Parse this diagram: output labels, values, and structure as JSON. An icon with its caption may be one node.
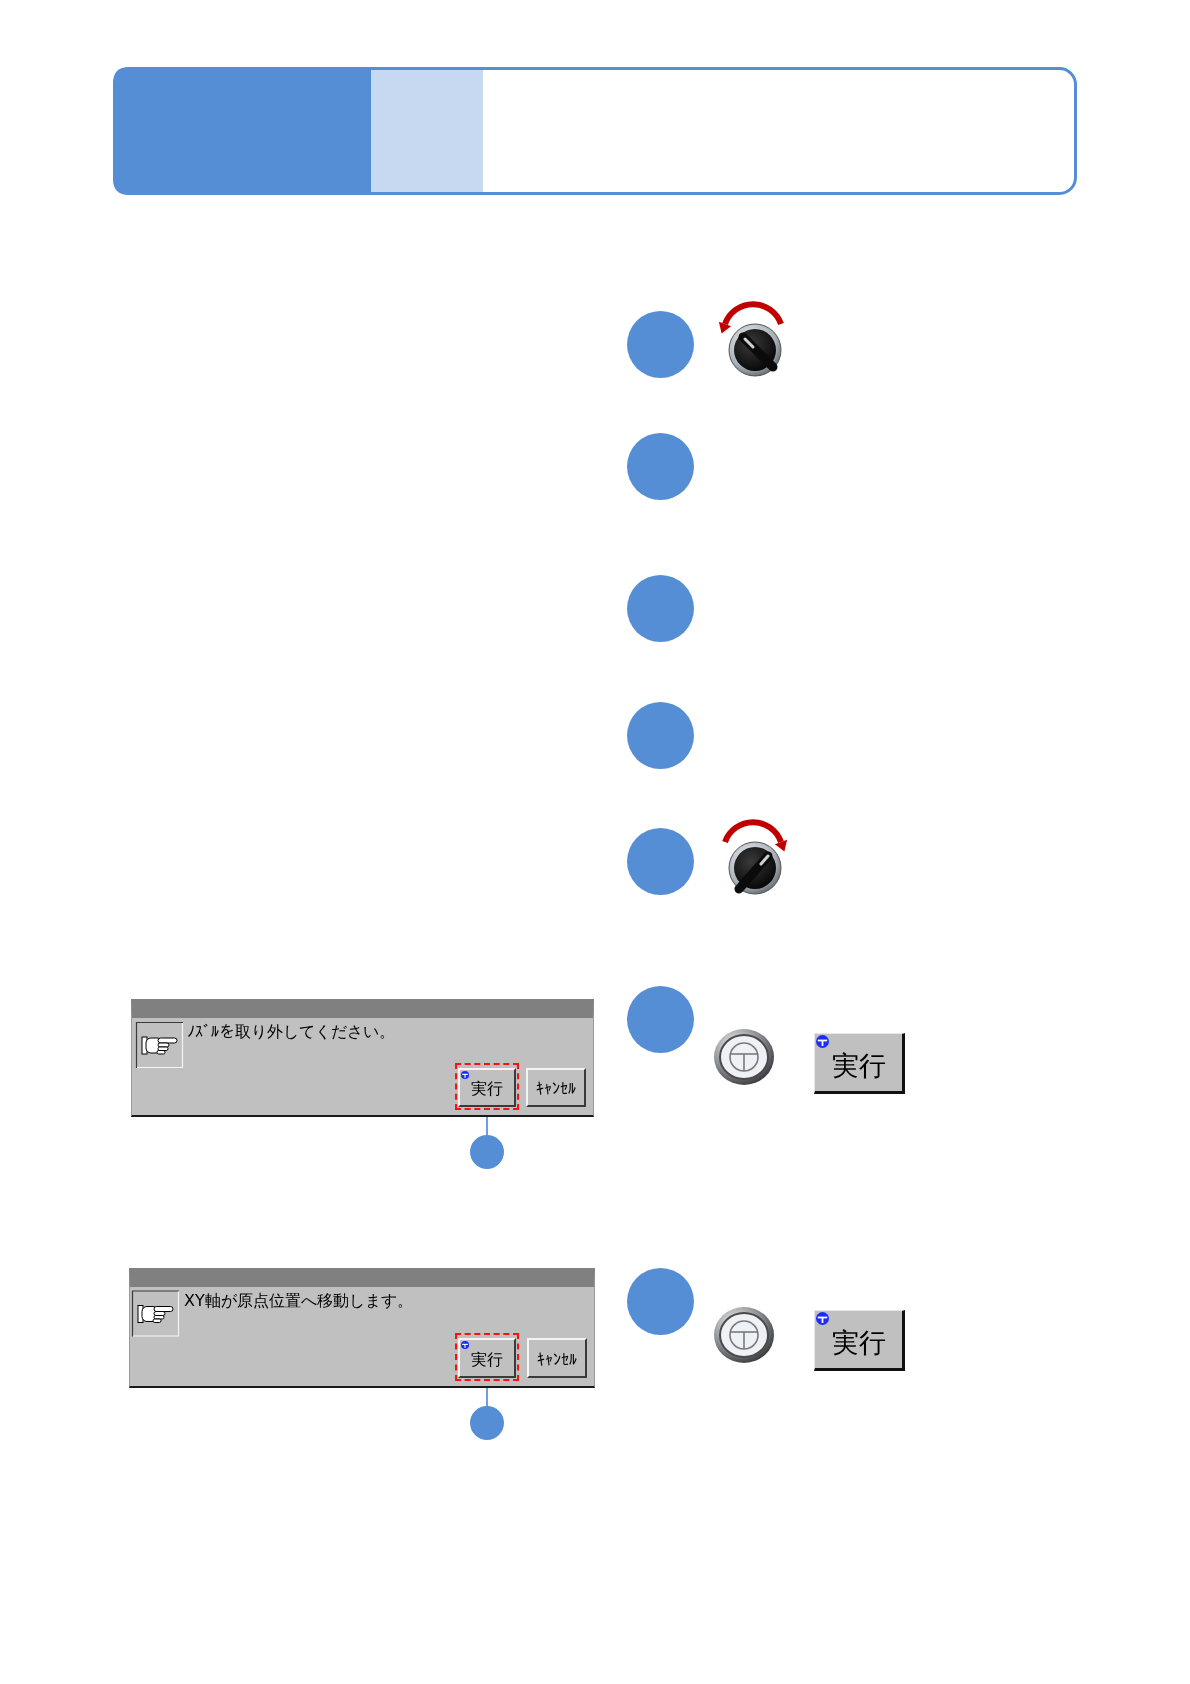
{
  "diagram": {
    "nodes": [
      {
        "text": [],
        "shape": "circle"
      },
      {
        "text": [],
        "shape": "circle"
      },
      {
        "text": [],
        "shape": "circle"
      },
      {
        "text": [],
        "shape": "circle"
      },
      {
        "text": [],
        "shape": "circle"
      },
      {
        "text": [],
        "shape": "circle"
      },
      {
        "text": [
          "ﾉｽﾞﾙを取り外してください。"
        ]
      },
      {
        "text": [
          "実行"
        ],
        "in": 6
      },
      {
        "text": [
          "ｷｬﾝｾﾙ"
        ],
        "in": 6
      },
      {
        "text": [
          "実行"
        ]
      },
      {
        "text": [],
        "shape": "circle"
      },
      {
        "text": [],
        "shape": "circle"
      },
      {
        "text": [
          "XY軸が原点位置へ移動します。"
        ]
      },
      {
        "text": [
          "実行"
        ],
        "in": 12
      },
      {
        "text": [
          "ｷｬﾝｾﾙ"
        ],
        "in": 12
      },
      {
        "text": [
          "実行"
        ]
      },
      {
        "text": [],
        "shape": "circle"
      }
    ],
    "edges": [
      {
        "from": 10,
        "to": 7,
        "arrow": "none"
      },
      {
        "from": 16,
        "to": 13,
        "arrow": "none"
      }
    ]
  }
}
